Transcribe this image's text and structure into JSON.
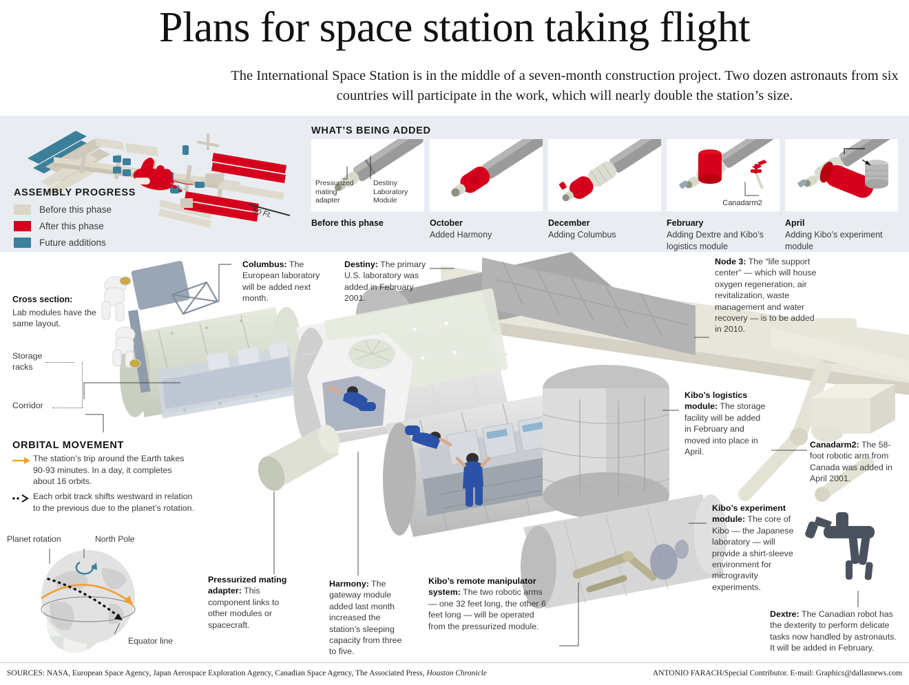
{
  "header": {
    "headline": "Plans for space station taking flight",
    "deck": "The International Space Station is in the middle of a seven-month construction project. Two dozen astronauts from six countries will participate in the work, which will nearly double the station’s size."
  },
  "assembly_progress": {
    "title": "ASSEMBLY PROGRESS",
    "scale_label": "50 Ft.",
    "legend": [
      {
        "label": "Before this phase",
        "color": "#d9d6c6"
      },
      {
        "label": "After this phase",
        "color": "#d5001c"
      },
      {
        "label": "Future additions",
        "color": "#3c7f9b"
      }
    ]
  },
  "whats_being_added": {
    "title": "WHAT’S BEING ADDED",
    "inline_labels": {
      "pressurized_mating_adapter": "Pressurized\nmating\nadapter",
      "destiny_laboratory_module": "Destiny\nLaboratory\nModule",
      "canadarm2": "Canadarm2"
    },
    "phases": [
      {
        "month": "Before this phase",
        "desc": ""
      },
      {
        "month": "October",
        "desc": "Added Harmony"
      },
      {
        "month": "December",
        "desc": "Adding Columbus"
      },
      {
        "month": "February",
        "desc": "Adding Dextre and Kibo’s logistics module"
      },
      {
        "month": "April",
        "desc": "Adding Kibo’s experiment module"
      }
    ]
  },
  "cross_section": {
    "title": "Cross section:",
    "body": "Lab modules have the same layout.",
    "storage_racks_label": "Storage\nracks",
    "corridor_label": "Corridor"
  },
  "orbital_movement": {
    "title": "ORBITAL MOVEMENT",
    "items": [
      {
        "icon": "solid-arrow",
        "text": "The station’s trip around the Earth takes 90-93 minutes. In a day, it completes about 16 orbits."
      },
      {
        "icon": "dotted-arrow",
        "text": "Each orbit track shifts westward in relation to the previous due to the planet’s rotation."
      }
    ],
    "globe_labels": {
      "planet_rotation": "Planet rotation",
      "north_pole": "North Pole",
      "equator_line": "Equator line"
    }
  },
  "callouts": [
    {
      "id": "columbus",
      "title": "Columbus:",
      "body": " The European laboratory will be added next month."
    },
    {
      "id": "destiny",
      "title": "Destiny:",
      "body": " The primary U.S. laboratory was added in February 2001."
    },
    {
      "id": "node3",
      "title": "Node 3:",
      "body": " The “life support center” — which will house oxygen regeneration, air revitalization, waste management and water recovery — is to be added in 2010."
    },
    {
      "id": "kibo-logistics",
      "title": "Kibo’s logistics module:",
      "body": " The storage facility will be added in February and moved into place in April."
    },
    {
      "id": "canadarm2",
      "title": "Canadarm2:",
      "body": " The 58-foot robotic arm from Canada was added in April 2001."
    },
    {
      "id": "kibo-experiment",
      "title": "Kibo’s experiment module:",
      "body": " The core of Kibo — the Japanese laboratory — will provide a shirt-sleeve environment for microgravity experiments."
    },
    {
      "id": "dextre",
      "title": "Dextre:",
      "body": " The Canadian robot has the dexterity to perform delicate tasks now handled by astronauts. It will be added in February."
    },
    {
      "id": "pma",
      "title": "Pressurized mating adapter:",
      "body": " This component links to other modules or spacecraft."
    },
    {
      "id": "harmony",
      "title": "Harmony:",
      "body": " The gateway module added last month increased the station’s sleeping capacity from three to five."
    },
    {
      "id": "kibo-rms",
      "title": "Kibo’s remote manipulator system:",
      "body": " The two robotic arms — one 32 feet long, the other 6 feet long — will be operated from the pressurized module."
    }
  ],
  "footer": {
    "sources_prefix": "SOURCES: NASA, European Space Agency, Japan Aerospace Exploration Agency, Canadian Space Agency, The Associated Press, ",
    "sources_italic": "Houston Chronicle",
    "credit": "ANTONIO FARACH/Special Contributor. E-mail: Graphics@dallasnews.com"
  },
  "colors": {
    "band_bg": "#e9edf2",
    "after_phase_red": "#d5001c",
    "before_phase_tan": "#d9d6c6",
    "future_blue": "#3c7f9b",
    "orange_arrow": "#f0a030",
    "module_green": "#dde3da",
    "astronaut_blue": "#2b52a8"
  }
}
